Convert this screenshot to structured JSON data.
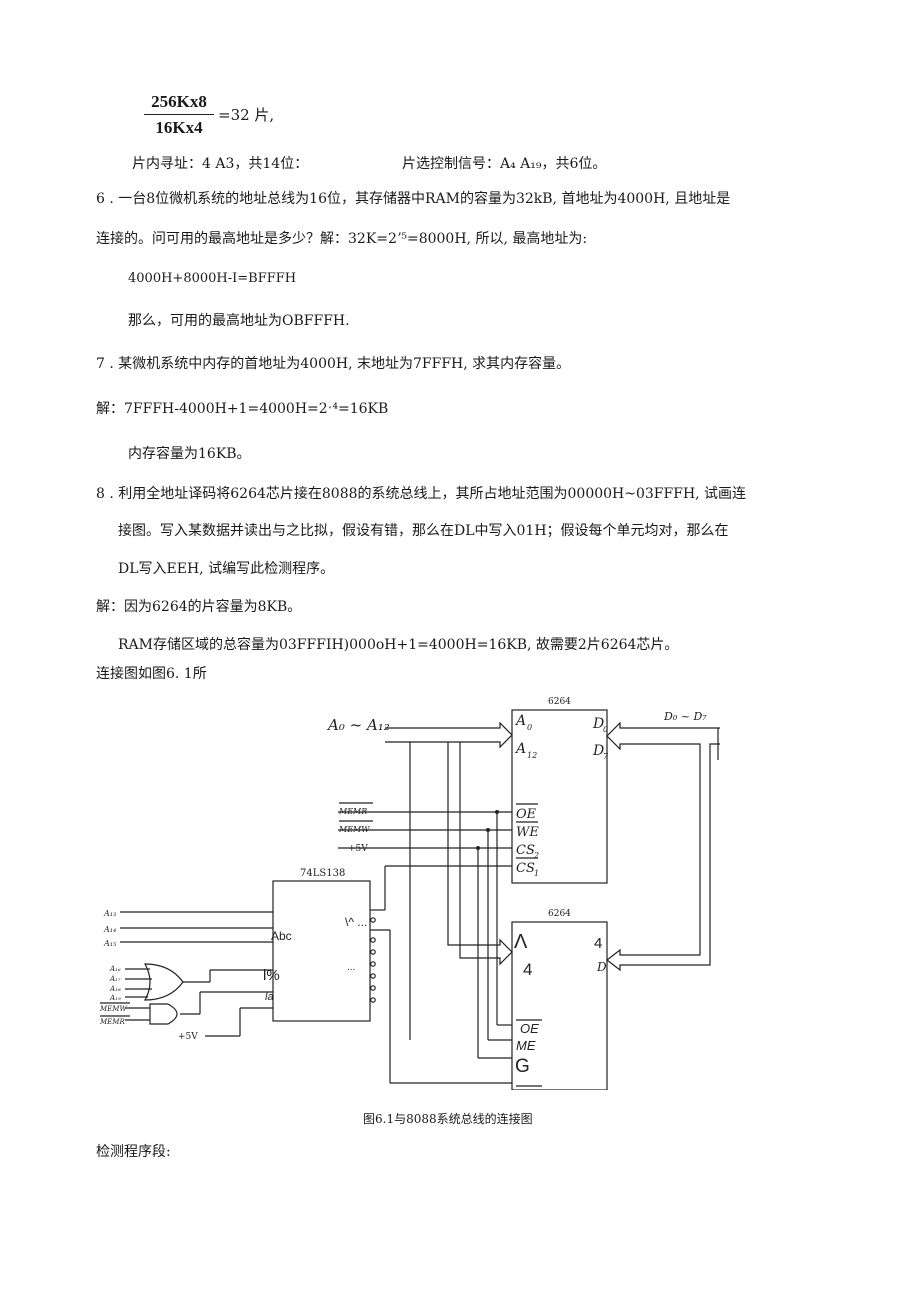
{
  "formula": {
    "numerator": "256Kx8",
    "denominator": "16Kx4",
    "result": "=32 片,"
  },
  "lines": {
    "addr_in_chip": "片内寻址：4 A3，共14位：",
    "chip_select": "片选控制信号：A₄ A₁₉，共6位。",
    "q6_line1": "6  . 一台8位微机系统的地址总线为16位，其存储器中RAM的容量为32kB, 首地址为4000H, 且地址是",
    "q6_line2": "连接的。问可用的最高地址是多少？解：32K=2ʼ⁵=8000H, 所以, 最高地址为:",
    "q6_calc": "4000H+8000H-I=BFFFH",
    "q6_answer": "那么，可用的最高地址为OBFFFH.",
    "q7_line1": "7  . 某微机系统中内存的首地址为4000H, 末地址为7FFFH, 求其内存容量。",
    "q7_calc": "解：7FFFH-4000H+1=4000H=2ˑ⁴=16KB",
    "q7_answer": "内存容量为16KB。",
    "q8_line1": "8  . 利用全地址译码将6264芯片接在8088的系统总线上，其所占地址范围为00000H~03FFFH, 试画连",
    "q8_line2": "接图。写入某数据并读出与之比拟，假设有错，那么在DL中写入01H；假设每个单元均对，那么在",
    "q8_line3": "DL写入EEH, 试编写此检测程序。",
    "q8_sol1": "解：因为6264的片容量为8KB。",
    "q8_sol2": "RAM存储区域的总容量为03FFFIH)000oH+1=4000H=16KB, 故需要2片6264芯片。",
    "q8_sol3": "连接图如图6. 1所",
    "caption": "图6.1与8088系统总线的连接图",
    "program": "检测程序段:"
  },
  "diagram": {
    "chip1": {
      "title": "6264",
      "a0": "A",
      "a0_sub": "0",
      "a12": "A",
      "a12_sub": "12",
      "d0": "D",
      "d0_sub": "0",
      "d7": "D",
      "d7_sub": "7",
      "oe": "OE",
      "we": "WE",
      "cs2": "CS",
      "cs2_sub": "2",
      "cs1": "CS",
      "cs1_sub": "1"
    },
    "chip2": {
      "title": "6264",
      "pin_a": "Λ",
      "pin_a2": "4",
      "pin_d": "4",
      "pin_d2": "D",
      "oe": "OE",
      "me": "ME",
      "g": "G"
    },
    "decoder": {
      "title": "74LS138",
      "left_label1": "Abc",
      "left_label2": "l%",
      "left_label3": "la",
      "right_label": "\\^ ...",
      "right_label2": "..."
    },
    "bus_a": "A₀ ~ A₁₂",
    "bus_d": "D₀ ~ D₇",
    "signals": {
      "memr": "MEMR",
      "memw": "MEMW",
      "plus5v": "+5V"
    },
    "decoder_inputs": [
      "A₁₃",
      "A₁₄",
      "A₁₅"
    ],
    "gate_inputs": [
      "A₁₆",
      "A₁₇",
      "A₁₈",
      "A₁₉"
    ],
    "gate2_inputs": [
      "MEMW",
      "MEMR"
    ],
    "plus5v_low": "+5V"
  }
}
